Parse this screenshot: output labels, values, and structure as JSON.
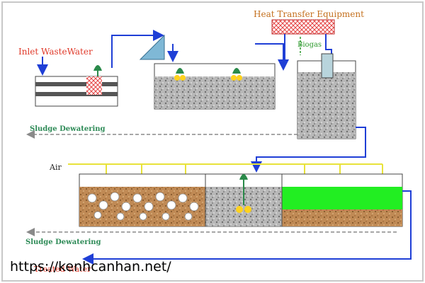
{
  "labels": {
    "inlet": "Inlet WasteWater",
    "heat_transfer": "Heat Transfer Equipment",
    "biogas": "Biogas",
    "sludge_dewatering_top": "Sludge Dewatering",
    "sludge_dewatering_bottom": "Sludge Dewatering",
    "air": "Air",
    "treated_water": "Treated Water",
    "watermark": "https://kenhcanhan.net/"
  },
  "colors": {
    "flow_line": "#1f3fd6",
    "air_line": "#e8e23a",
    "sludge_line": "#8a8a8a",
    "heat_box": "#e8a0a0",
    "biofilm_green": "#22ee22",
    "soil_brown": "#c08a55",
    "media_gray": "#a8a8a8"
  },
  "icons": {
    "mixer": "mixer-icon",
    "screen": "screen-icon",
    "bubble": "bubble-icon"
  }
}
